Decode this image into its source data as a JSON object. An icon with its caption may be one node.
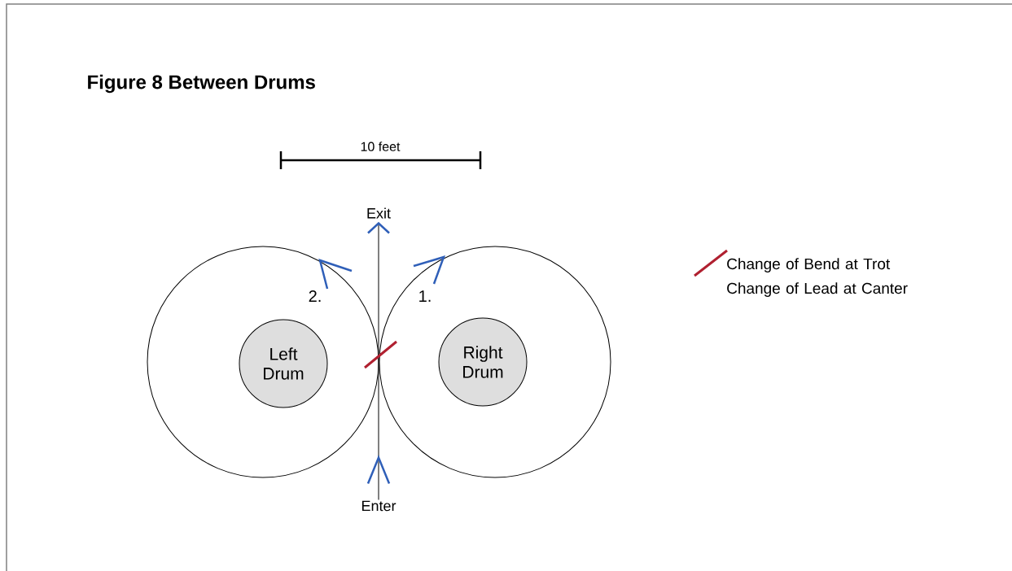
{
  "diagram": {
    "title": "Figure 8 Between Drums",
    "nodes": [
      {
        "text": [
          "Exit"
        ]
      },
      {
        "text": [],
        "shape": "circle"
      },
      {
        "text": [
          "Left Drum"
        ],
        "in": 1
      },
      {
        "text": [],
        "shape": "circle"
      },
      {
        "text": [
          "Right Drum"
        ],
        "in": 3
      },
      {
        "text": [
          "Enter"
        ]
      }
    ],
    "edges": [
      {
        "from": 5,
        "to": 0,
        "arrow": "to"
      }
    ],
    "labels": [
      "10 feet",
      "2.",
      "1."
    ],
    "legend": [
      {
        "text": "Change of Bend at Trot Change of Lead at Canter"
      }
    ]
  }
}
